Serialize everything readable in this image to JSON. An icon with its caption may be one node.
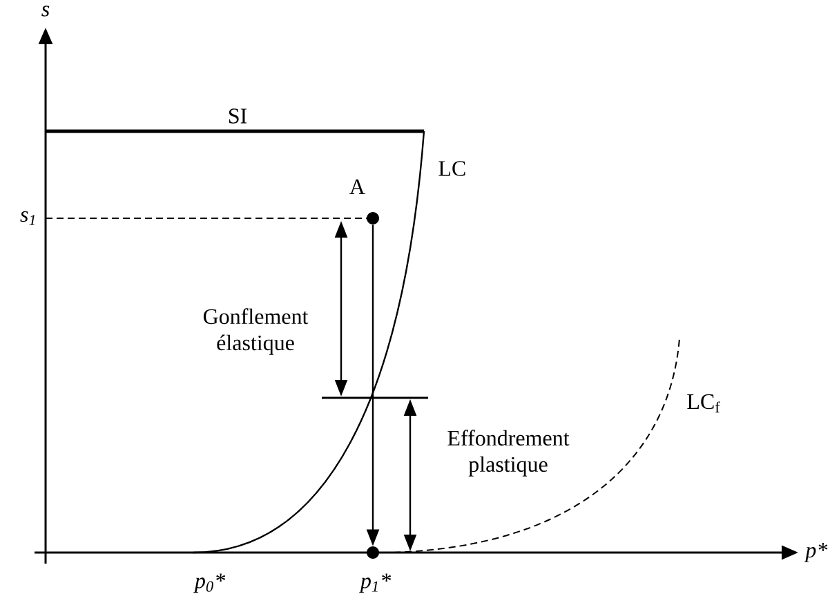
{
  "diagram": {
    "nodes": [
      {
        "text": [],
        "shape": "circle",
        "beside": [
          "A"
        ]
      },
      {
        "text": [],
        "shape": "circle"
      }
    ],
    "edges": [
      {
        "from": 0,
        "to": 1,
        "arrow": "to"
      }
    ],
    "labels": [
      "s",
      "SI",
      "LC",
      "s$_{1}$",
      "Gonflement élastique",
      "LC$_{f}$",
      "Effondrement plastique",
      "p$_{0}$*",
      "p$_{1}$*",
      "p*"
    ]
  }
}
